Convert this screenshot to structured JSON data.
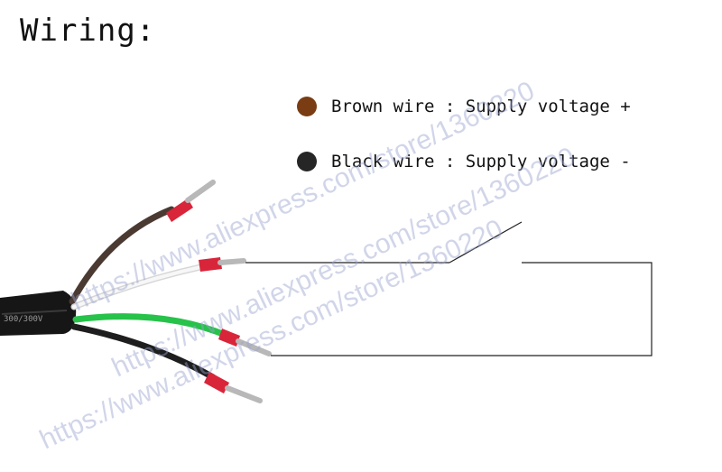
{
  "title": "Wiring:",
  "legend": [
    {
      "wire": "Brown wire : Supply voltage +",
      "color": "#7a3c12"
    },
    {
      "wire": "Black wire : Supply voltage -",
      "color": "#262626"
    }
  ],
  "cable": {
    "jacket_print": "300/300V",
    "wire_colors": {
      "brown": "#4a3a32",
      "white": "#ececec",
      "green": "#27c24a",
      "black": "#1e1e1e"
    },
    "ferrule_color": "#d9253a"
  },
  "watermark": "https://www.aliexpress.com/store/1360220"
}
